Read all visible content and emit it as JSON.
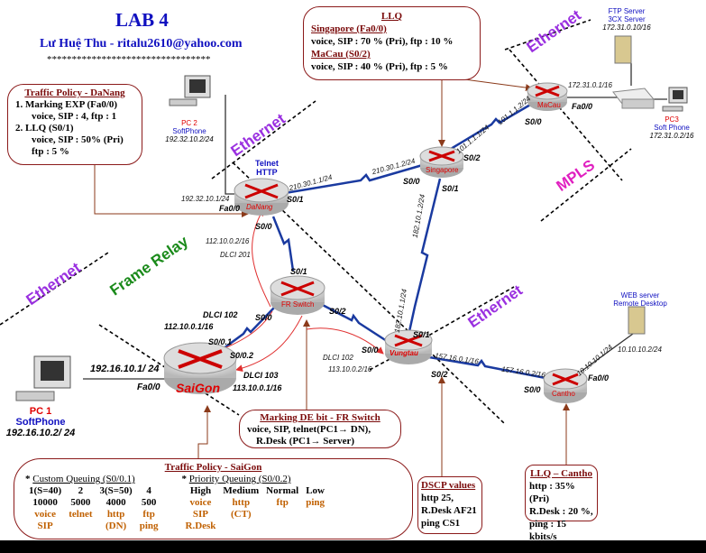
{
  "title": "LAB 4",
  "author": "Lư Huệ Thu  -  ritalu2610@yahoo.com",
  "stars": "*********************************",
  "zones": {
    "ethernet": "Ethernet",
    "frame_relay": "Frame Relay",
    "mpls": "MPLS"
  },
  "routers": {
    "danang": "DaNang",
    "singapore": "Singapore",
    "macau": "MaCau",
    "frswitch": "FR Switch",
    "saigon": "SaiGon",
    "vungtau": "Vungtau",
    "cantho": "Cantho"
  },
  "hosts": {
    "pc2": {
      "name": "PC 2",
      "role": "SoftPhone",
      "ip": "192.32.10.2/24"
    },
    "pc1": {
      "name": "PC 1",
      "role": "SoftPhone",
      "ip": "192.16.10.2/ 24"
    },
    "pc3": {
      "name": "PC3",
      "role": "Soft Phone",
      "ip": "172.31.0.2/16"
    },
    "ftp": {
      "line1": "FTP Server",
      "line2": "3CX Server",
      "ip": "172.31.0.10/16"
    },
    "web": {
      "line1": "WEB server",
      "line2": "Remote Desktop",
      "ip": "10.10.10.2/24"
    }
  },
  "labels": {
    "telnet": "Telnet",
    "http": "HTTP",
    "dn_fa_ip": "192.32.10.1/24",
    "dn_fa": "Fa0/0",
    "dn_s01": "S0/1",
    "dn_s00": "S0/0",
    "dn_sg_ip1": "210.30.1.1/24",
    "dn_sg_ip2": "210.30.1.2/24",
    "sg_s00": "S0/0",
    "sg_s01": "S0/1",
    "sg_s02": "S0/2",
    "sg_mc_ip1": "101.1.1.1/24",
    "sg_mc_ip2": "101.1.1.2/24",
    "mc_s00": "S0/0",
    "mc_fa_ip": "172.31.0.1/16",
    "mc_fa": "Fa0/0",
    "dn_fr_ip": "112.10.0.2/16",
    "dlci201": "DLCI 201",
    "fr_s01": "S0/1",
    "fr_s00": "S0/0",
    "fr_s02": "S0/2",
    "sgn_dlci102": "DLCI 102",
    "sgn_ip1": "112.10.0.1/16",
    "sgn_s001": "S0/0.1",
    "sgn_s002": "S0/0.2",
    "sgn_dlci103": "DLCI 103",
    "sgn_ip2": "113.10.0.1/16",
    "sgn_fa_ip": "192.16.10.1/ 24",
    "sgn_fa": "Fa0/0",
    "vt_dlci102": "DLCI 102",
    "vt_ip": "113.10.0.2/16",
    "vt_s00": "S0/0",
    "vt_s01": "S0/1",
    "vt_s02": "S0/2",
    "vt_sg_ip1": "182.10.1.1/24",
    "vt_sg_ip2": "182.10.1.2/24",
    "vt_ct_ip1": "157.16.0.1/16",
    "vt_ct_ip2": "157.16.0.2/16",
    "ct_s00": "S0/0",
    "ct_fa": "Fa0/0",
    "ct_fa_ip": "10.10.10.1/24"
  },
  "policy_danang": {
    "title": "Traffic Policy - DaNang",
    "l1": "1.   Marking EXP (Fa0/0)",
    "l2": "voice, SIP : 4, ftp : 1",
    "l3": "2.   LLQ (S0/1)",
    "l4": "voice, SIP : 50% (Pri)",
    "l5": "ftp : 5 %"
  },
  "llq_top": {
    "title": "LLQ",
    "h1": "Singapore (Fa0/0)",
    "l1": "voice, SIP : 70 % (Pri), ftp : 10 %",
    "h2": "MaCau (S0/2)",
    "l2": "voice, SIP : 40 % (Pri), ftp : 5 %"
  },
  "marking_de": {
    "title": "Marking DE bit  - FR Switch",
    "l1": "voice, SIP, telnet(PC1→ DN),",
    "l2": "R.Desk (PC1→ Server)"
  },
  "policy_saigon": {
    "title": "Traffic Policy - SaiGon",
    "cq_star": "* ",
    "cq_title": "Custom Queuing (S0/0.1)",
    "pq_star": "* ",
    "pq_title": "Priority Queuing (S0/0.2)",
    "cq_rows": [
      [
        "1(S=40)",
        "2",
        "3(S=50)",
        "4"
      ],
      [
        "10000",
        "5000",
        "4000",
        "500"
      ],
      [
        "voice",
        "telnet",
        "http",
        "ftp"
      ],
      [
        "SIP",
        "",
        "(DN)",
        "ping"
      ]
    ],
    "pq_rows": [
      [
        "High",
        "Medium",
        "Normal",
        "Low"
      ],
      [
        "voice",
        "http",
        "ftp",
        "ping"
      ],
      [
        "SIP",
        "(CT)",
        "",
        ""
      ],
      [
        "R.Desk",
        "",
        "",
        ""
      ]
    ]
  },
  "dscp": {
    "title": "DSCP values",
    "l1": "http  25,",
    "l2": "R.Desk  AF21",
    "l3": "ping CS1"
  },
  "llq_cantho": {
    "title": "LLQ – Cantho",
    "l1": "http  : 35%(Pri)",
    "l2": "R.Desk :  20 %,",
    "l3": "ping : 15 kbits/s"
  },
  "colors": {
    "title": "#1010c0",
    "box_border": "#8b1a1a",
    "serial": "#1a3aa0",
    "ethernet": "#9a30e0",
    "frame_relay": "#1a8a1a",
    "mpls": "#e020c0",
    "router_name": "#e00000",
    "orange": "#c06000"
  }
}
